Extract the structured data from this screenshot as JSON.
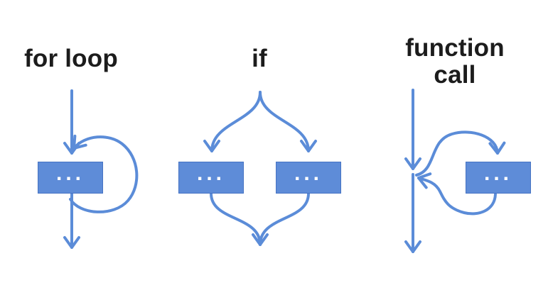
{
  "diagram": {
    "colors": {
      "background": "#ffffff",
      "accent": "#5b8cd8",
      "box_fill": "#5e8cd8",
      "box_border": "#4673c3",
      "title": "#1c1c1c"
    },
    "sections": [
      {
        "id": "for-loop",
        "title": "for loop",
        "boxes": [
          {
            "label": "..."
          }
        ]
      },
      {
        "id": "if",
        "title": "if",
        "boxes": [
          {
            "label": "..."
          },
          {
            "label": "..."
          }
        ]
      },
      {
        "id": "function-call",
        "title": "function call",
        "boxes": [
          {
            "label": "..."
          }
        ]
      }
    ]
  }
}
